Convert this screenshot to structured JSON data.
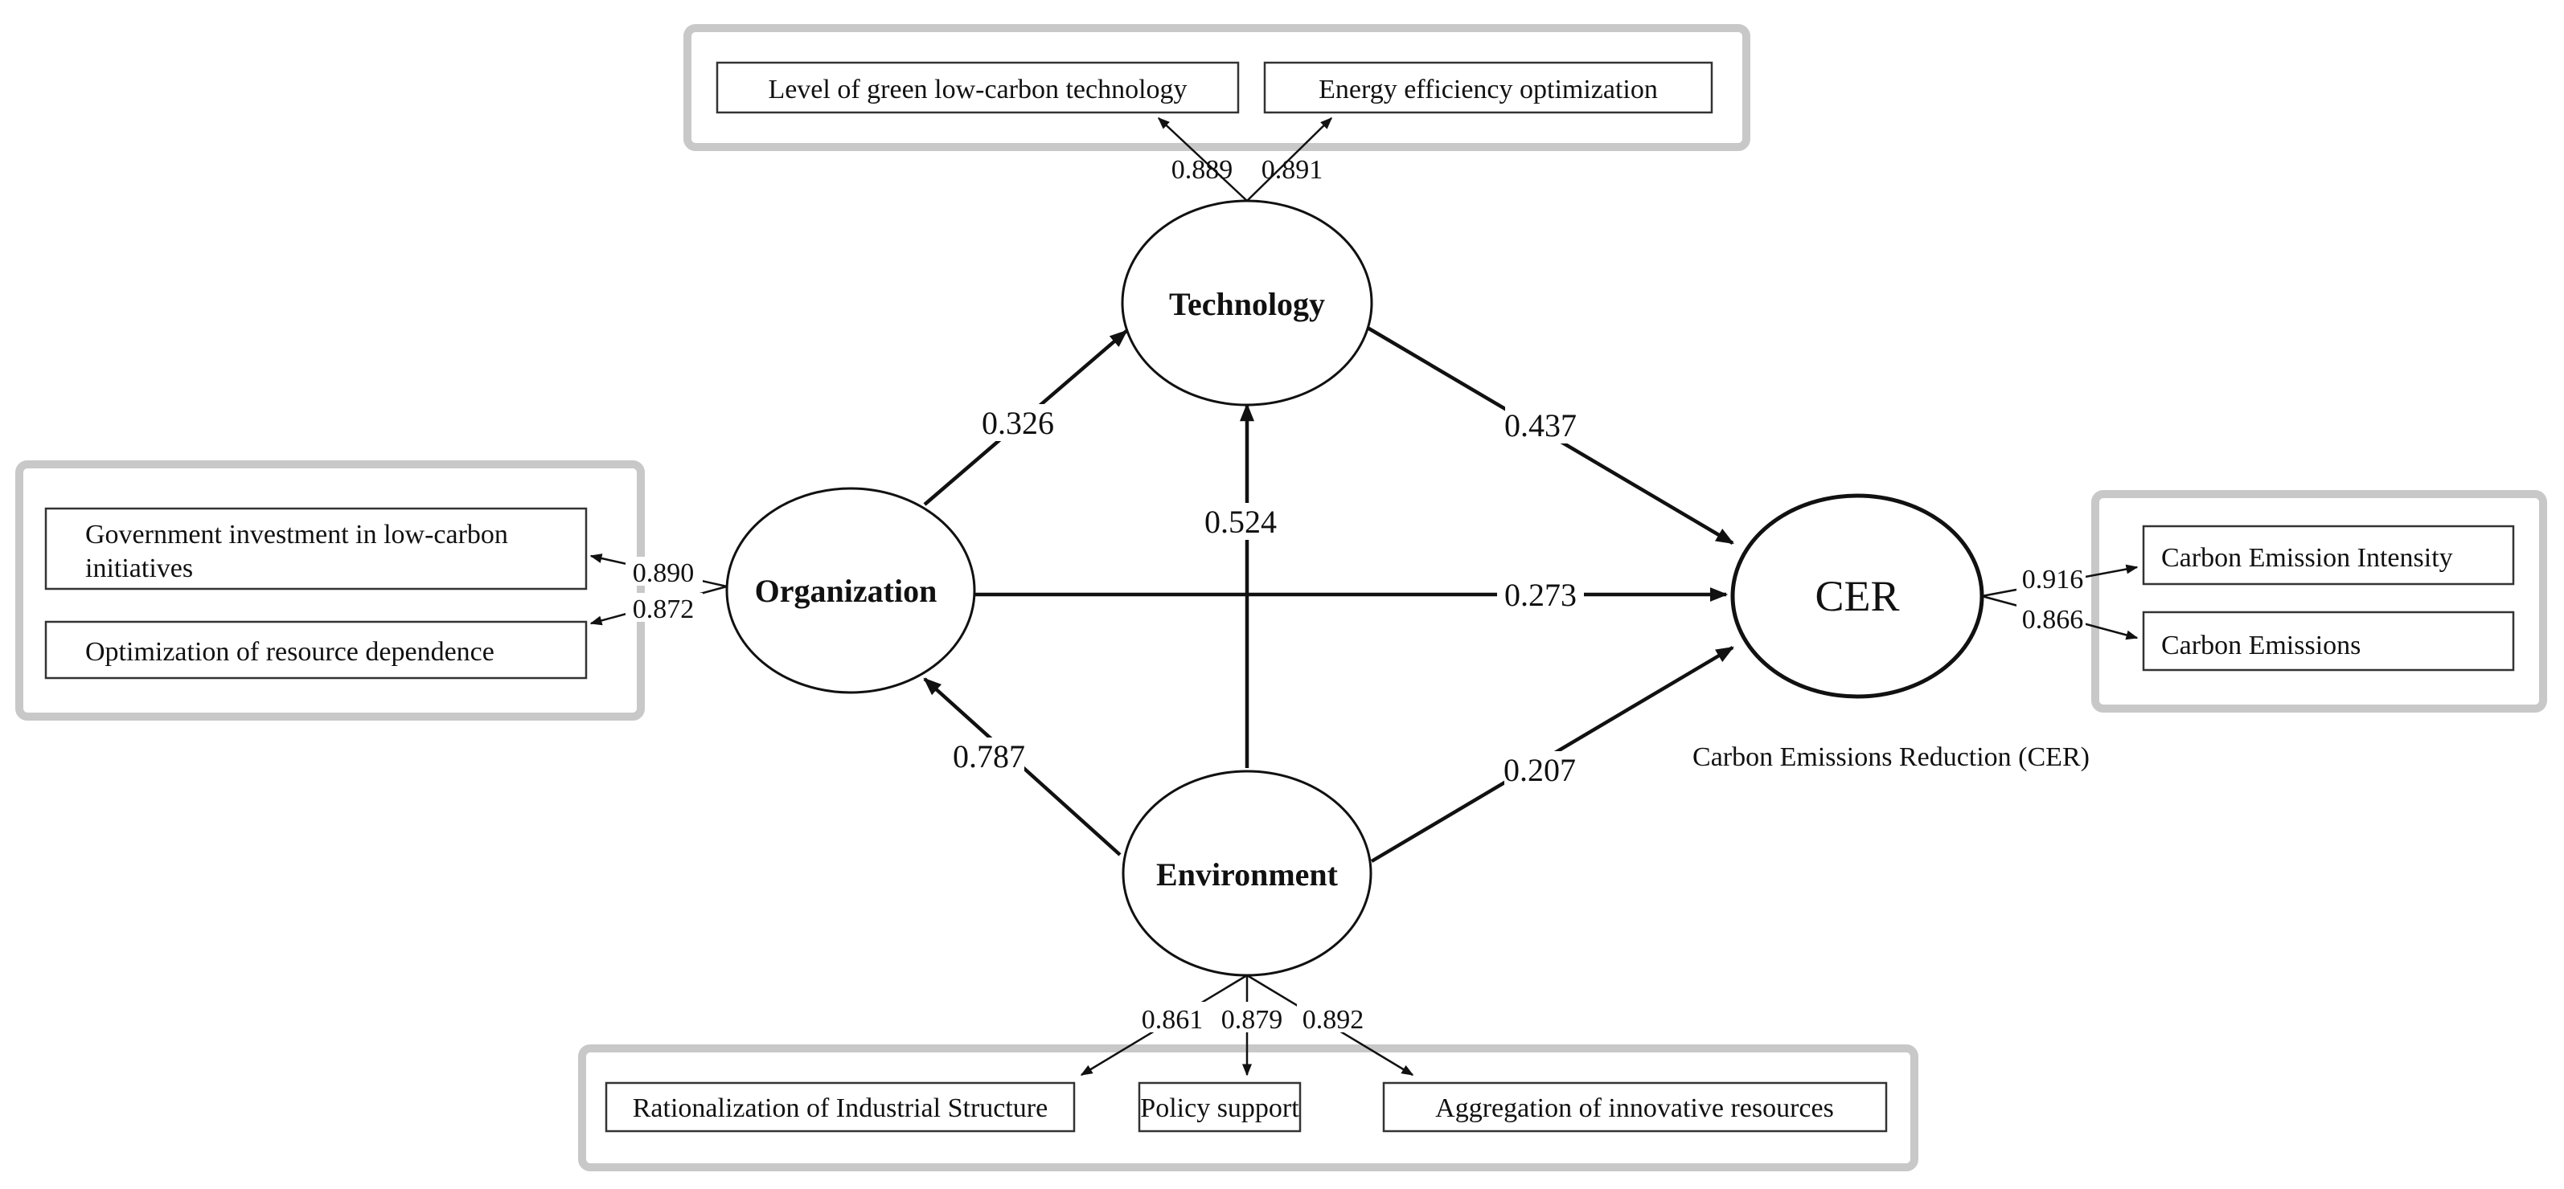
{
  "constructs": {
    "technology": "Technology",
    "organization": "Organization",
    "environment": "Environment",
    "cer": "CER"
  },
  "cer_caption": "Carbon Emissions Reduction (CER)",
  "indicators": {
    "technology": [
      "Level of green low-carbon technology",
      "Energy efficiency optimization"
    ],
    "organization": [
      "Government investment in low-carbon",
      "initiatives",
      "Optimization of resource dependence"
    ],
    "environment": [
      "Rationalization of Industrial Structure",
      "Policy support",
      "Aggregation of innovative resources"
    ],
    "cer": [
      "Carbon Emission Intensity",
      "Carbon Emissions"
    ]
  },
  "path_coefficients": {
    "organization_to_technology": "0.326",
    "technology_to_cer": "0.437",
    "environment_to_technology": "0.524",
    "organization_to_cer": "0.273",
    "environment_to_organization": "0.787",
    "environment_to_cer": "0.207"
  },
  "loadings": {
    "technology": [
      "0.889",
      "0.891"
    ],
    "organization": [
      "0.890",
      "0.872"
    ],
    "environment": [
      "0.861",
      "0.879",
      "0.892"
    ],
    "cer": [
      "0.916",
      "0.866"
    ]
  }
}
